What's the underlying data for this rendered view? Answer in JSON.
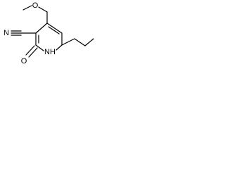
{
  "molecule": {
    "atoms": {
      "methoxy_o": "O",
      "nitrile_n": "N",
      "carbonyl_o": "O",
      "ring_nh": "NH"
    }
  }
}
